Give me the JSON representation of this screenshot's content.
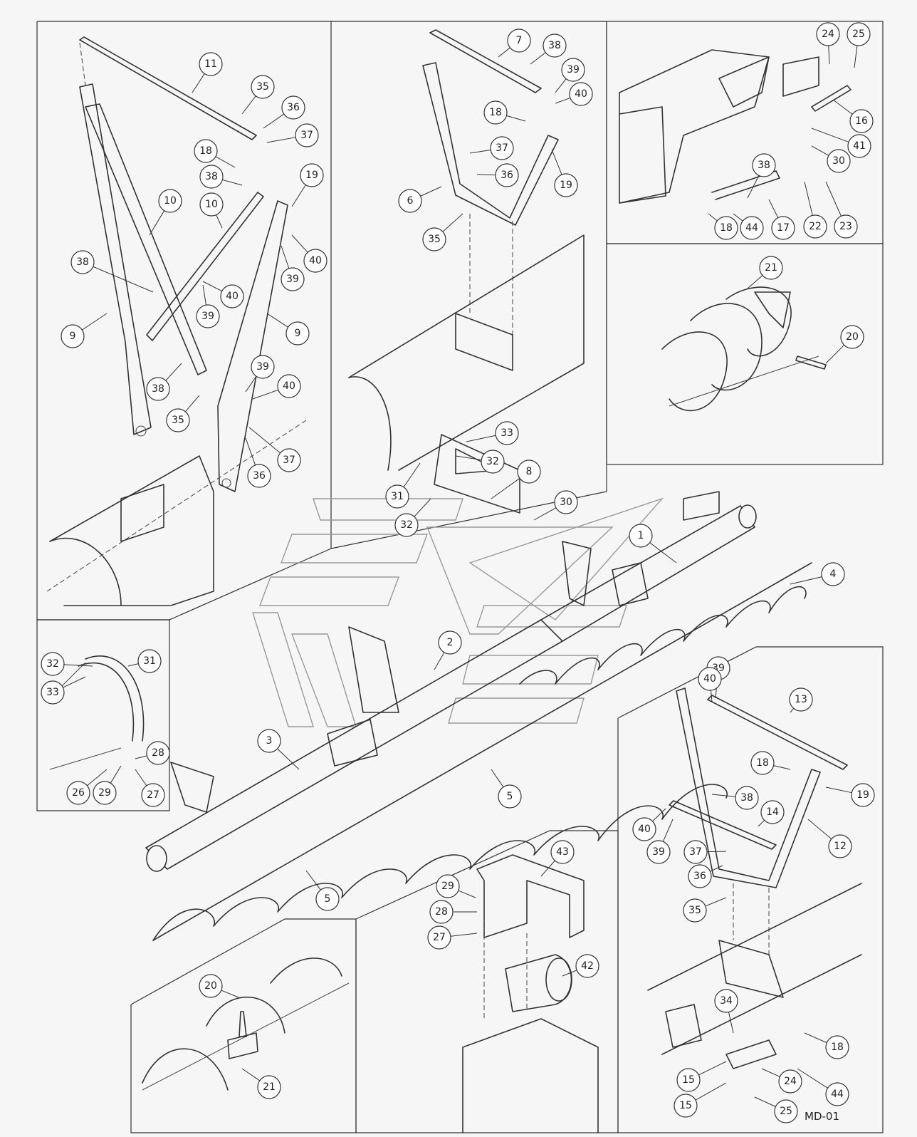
{
  "drawing_code": "MD-01",
  "callouts": [
    {
      "id": "c1",
      "label": "1"
    },
    {
      "id": "c2",
      "label": "2"
    },
    {
      "id": "c3",
      "label": "3"
    },
    {
      "id": "c4",
      "label": "4"
    },
    {
      "id": "c5a",
      "label": "5"
    },
    {
      "id": "c5b",
      "label": "5"
    },
    {
      "id": "c6",
      "label": "6"
    },
    {
      "id": "c7",
      "label": "7"
    },
    {
      "id": "c8",
      "label": "8"
    },
    {
      "id": "c9a",
      "label": "9"
    },
    {
      "id": "c9b",
      "label": "9"
    },
    {
      "id": "c10a",
      "label": "10"
    },
    {
      "id": "c10b",
      "label": "10"
    },
    {
      "id": "c11",
      "label": "11"
    },
    {
      "id": "c12",
      "label": "12"
    },
    {
      "id": "c13",
      "label": "13"
    },
    {
      "id": "c14",
      "label": "14"
    },
    {
      "id": "c15a",
      "label": "15"
    },
    {
      "id": "c15b",
      "label": "15"
    },
    {
      "id": "c16",
      "label": "16"
    },
    {
      "id": "c17",
      "label": "17"
    },
    {
      "id": "c18a",
      "label": "18"
    },
    {
      "id": "c18b",
      "label": "18"
    },
    {
      "id": "c18c",
      "label": "18"
    },
    {
      "id": "c18d",
      "label": "18"
    },
    {
      "id": "c18e",
      "label": "18"
    },
    {
      "id": "c19a",
      "label": "19"
    },
    {
      "id": "c19b",
      "label": "19"
    },
    {
      "id": "c19c",
      "label": "19"
    },
    {
      "id": "c20a",
      "label": "20"
    },
    {
      "id": "c20b",
      "label": "20"
    },
    {
      "id": "c21a",
      "label": "21"
    },
    {
      "id": "c21b",
      "label": "21"
    },
    {
      "id": "c22",
      "label": "22"
    },
    {
      "id": "c23",
      "label": "23"
    },
    {
      "id": "c24a",
      "label": "24"
    },
    {
      "id": "c24b",
      "label": "24"
    },
    {
      "id": "c25a",
      "label": "25"
    },
    {
      "id": "c25b",
      "label": "25"
    },
    {
      "id": "c26",
      "label": "26"
    },
    {
      "id": "c27a",
      "label": "27"
    },
    {
      "id": "c27b",
      "label": "27"
    },
    {
      "id": "c28a",
      "label": "28"
    },
    {
      "id": "c28b",
      "label": "28"
    },
    {
      "id": "c29a",
      "label": "29"
    },
    {
      "id": "c29b",
      "label": "29"
    },
    {
      "id": "c30a",
      "label": "30"
    },
    {
      "id": "c30b",
      "label": "30"
    },
    {
      "id": "c31a",
      "label": "31"
    },
    {
      "id": "c31b",
      "label": "31"
    },
    {
      "id": "c32a",
      "label": "32"
    },
    {
      "id": "c32b",
      "label": "32"
    },
    {
      "id": "c32c",
      "label": "32"
    },
    {
      "id": "c33a",
      "label": "33"
    },
    {
      "id": "c33b",
      "label": "33"
    },
    {
      "id": "c34",
      "label": "34"
    },
    {
      "id": "c35a",
      "label": "35"
    },
    {
      "id": "c35b",
      "label": "35"
    },
    {
      "id": "c35c",
      "label": "35"
    },
    {
      "id": "c35d",
      "label": "35"
    },
    {
      "id": "c36a",
      "label": "36"
    },
    {
      "id": "c36b",
      "label": "36"
    },
    {
      "id": "c36c",
      "label": "36"
    },
    {
      "id": "c36d",
      "label": "36"
    },
    {
      "id": "c37a",
      "label": "37"
    },
    {
      "id": "c37b",
      "label": "37"
    },
    {
      "id": "c37c",
      "label": "37"
    },
    {
      "id": "c37d",
      "label": "37"
    },
    {
      "id": "c38a",
      "label": "38"
    },
    {
      "id": "c38b",
      "label": "38"
    },
    {
      "id": "c38c",
      "label": "38"
    },
    {
      "id": "c38d",
      "label": "38"
    },
    {
      "id": "c38e",
      "label": "38"
    },
    {
      "id": "c38f",
      "label": "38"
    },
    {
      "id": "c39a",
      "label": "39"
    },
    {
      "id": "c39b",
      "label": "39"
    },
    {
      "id": "c39c",
      "label": "39"
    },
    {
      "id": "c39d",
      "label": "39"
    },
    {
      "id": "c39e",
      "label": "39"
    },
    {
      "id": "c39f",
      "label": "39"
    },
    {
      "id": "c40a",
      "label": "40"
    },
    {
      "id": "c40b",
      "label": "40"
    },
    {
      "id": "c40c",
      "label": "40"
    },
    {
      "id": "c40d",
      "label": "40"
    },
    {
      "id": "c40e",
      "label": "40"
    },
    {
      "id": "c40f",
      "label": "40"
    },
    {
      "id": "c41",
      "label": "41"
    },
    {
      "id": "c42",
      "label": "42"
    },
    {
      "id": "c43",
      "label": "43"
    },
    {
      "id": "c44a",
      "label": "44"
    },
    {
      "id": "c44b",
      "label": "44"
    }
  ]
}
